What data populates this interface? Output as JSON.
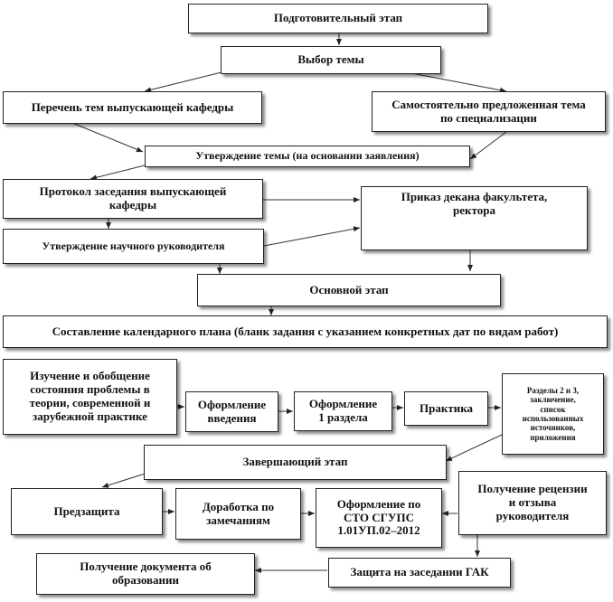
{
  "diagram": {
    "boxes": {
      "preparatory_stage": "Подготовительный этап",
      "topic_choice": "Выбор темы",
      "department_topics": "Перечень тем выпускающей кафедры",
      "self_proposed_topic": "Самостоятельно предложенная тема\nпо специализации",
      "topic_approval": "Утверждение темы (на основании заявления)",
      "department_protocol": "Протокол заседания выпускающей\nкафедры",
      "dean_order": "Приказ декана факультета,\nректора",
      "supervisor_approval": "Утверждение научного руководителя",
      "main_stage": "Основной этап",
      "calendar_plan": "Составление календарного плана (бланк задания с указанием конкретных дат по видам работ)",
      "problem_study": "Изучение и обобщение\nсостояния проблемы в\nтеории, современной и\nзарубежной практике",
      "introduction": "Оформление\nвведения",
      "section_one": "Оформление\n1 раздела",
      "practice": "Практика",
      "sections_2_3": "Разделы 2 и 3,\nзаключение,\nсписок\nиспользованных\nисточников,\nприложения",
      "final_stage": "Завершающий этап",
      "pre_defense": "Предзащита",
      "revision": "Доработка по\nзамечаниям",
      "formatting_standard": "Оформление по\nСТО СГУПС\n1.01УП.02–2012",
      "reviews": "Получение рецензии\nи отзыва\nруководителя",
      "gak_defense": "Защита на заседании ГАК",
      "education_document": "Получение документа об\nобразовании"
    }
  }
}
